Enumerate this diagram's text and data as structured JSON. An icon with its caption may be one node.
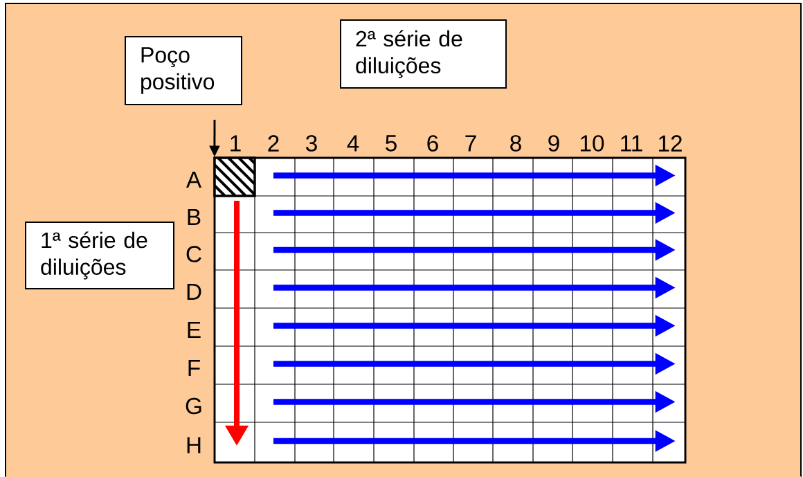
{
  "diagram": {
    "nodes": [
      {
        "text": [
          "2ª série de diluições"
        ]
      },
      {
        "text": [
          "Poço positivo"
        ]
      },
      {
        "text": [
          "1ª série de diluições"
        ]
      },
      {
        "text": [],
        "shape": "box"
      }
    ],
    "edges": [
      {
        "from": null,
        "to": 3,
        "arrow": "to"
      }
    ],
    "labels": [
      "1",
      "2",
      "3",
      "4",
      "5",
      "6",
      "7",
      "8",
      "9",
      "10",
      "11",
      "12",
      "A",
      "B",
      "C",
      "D",
      "E",
      "F",
      "G",
      "H"
    ]
  }
}
